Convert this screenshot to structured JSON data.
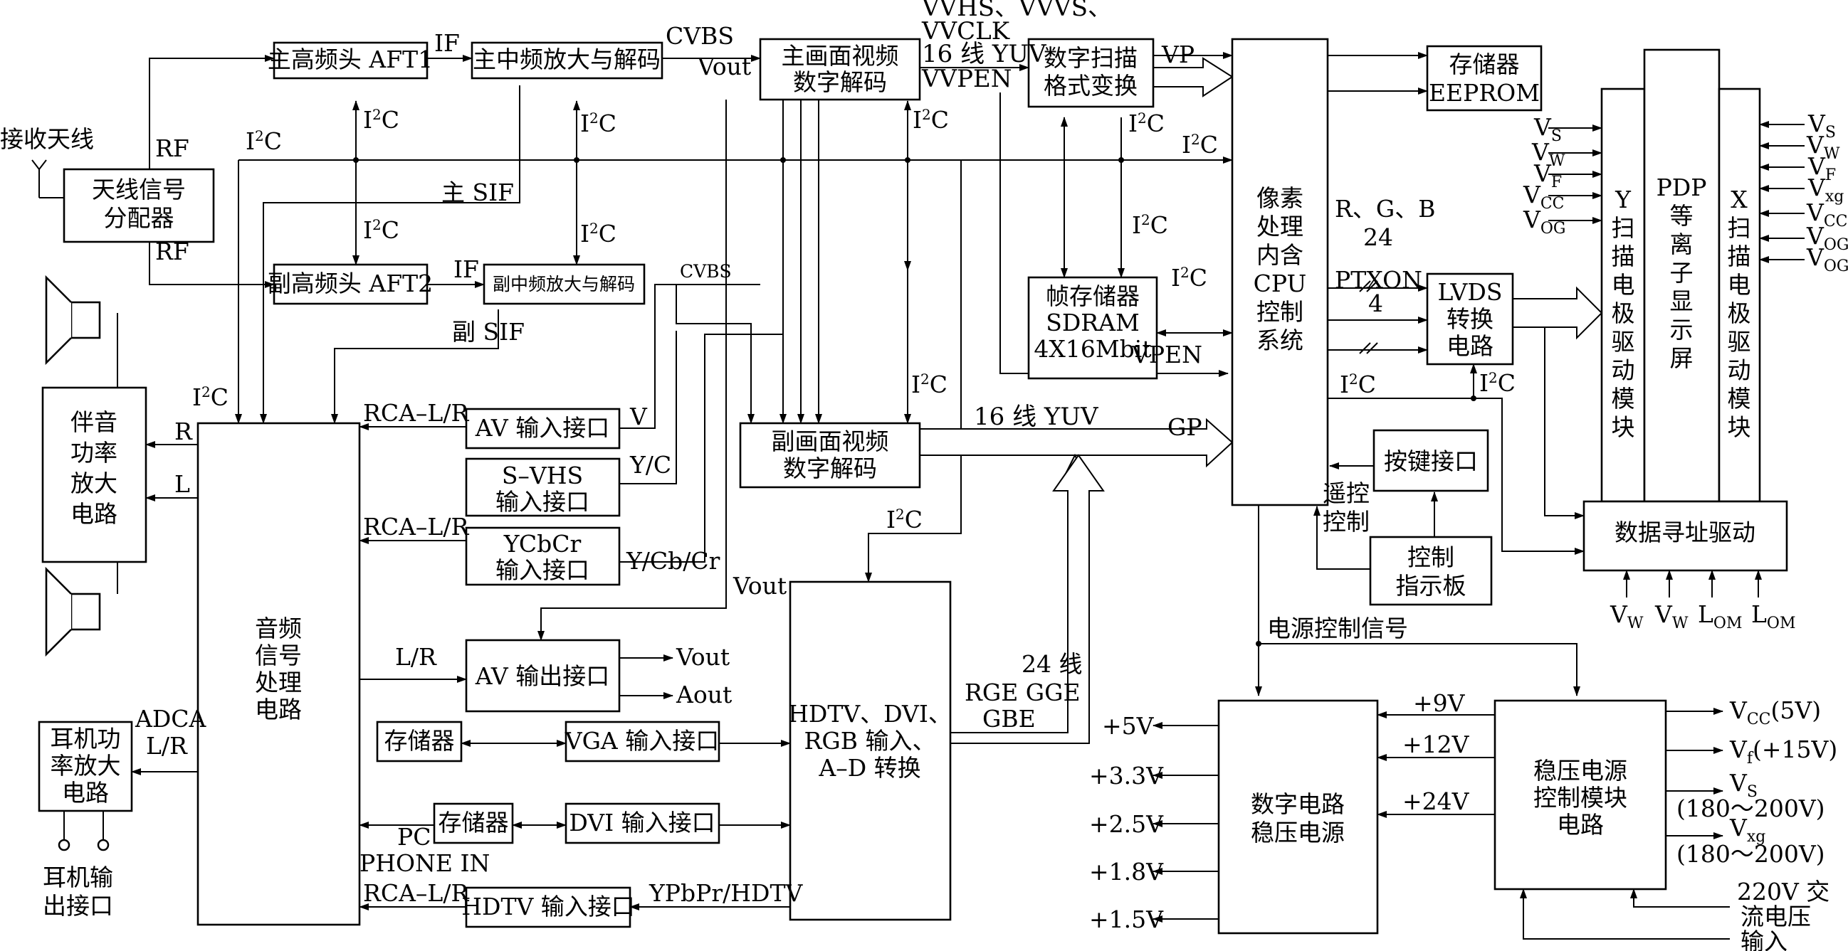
{
  "blocks": {
    "main_tuner": "主高频头 AFT1",
    "main_if": "主中频放大与解码",
    "main_decoder": [
      "主画面视频",
      "数字解码"
    ],
    "scan_convert": [
      "数字扫描",
      "格式变换"
    ],
    "eeprom": [
      "存储器",
      "EEPROM"
    ],
    "splitter": [
      "天线信号",
      "分配器"
    ],
    "sub_tuner": "副高频头 AFT2",
    "sub_if": "副中频放大与解码",
    "frame_memory": [
      "帧存储器",
      "SDRAM",
      "4X16Mbit"
    ],
    "pixel_cpu": [
      "像素",
      "处理",
      "内含",
      "CPU",
      "控制",
      "系统"
    ],
    "lvds": [
      "LVDS",
      "转换",
      "电路"
    ],
    "y_scan": [
      "Y",
      "扫",
      "描",
      "电",
      "极",
      "驱",
      "动",
      "模",
      "块"
    ],
    "pdp": [
      "PDP",
      "等",
      "离",
      "子",
      "显",
      "示",
      "屏"
    ],
    "x_scan": [
      "X",
      "扫",
      "描",
      "电",
      "极",
      "驱",
      "动",
      "模",
      "块"
    ],
    "audio_amp": [
      "伴音",
      "功率",
      "放大",
      "电路"
    ],
    "audio_proc": [
      "音频",
      "信号",
      "处理",
      "电路"
    ],
    "av_in": "AV 输入接口",
    "svhs_in": [
      "S–VHS",
      "输入接口"
    ],
    "ycbcr_in": [
      "YCbCr",
      "输入接口"
    ],
    "sub_decoder": [
      "副画面视频",
      "数字解码"
    ],
    "key_if": "按键接口",
    "control_panel": [
      "控制",
      "指示板"
    ],
    "addr_driver": "数据寻址驱动",
    "av_out": "AV 输出接口",
    "memory1": "存储器",
    "vga_in": "VGA 输入接口",
    "hdtv_input": [
      "HDTV、DVI、",
      "RGB 输入、",
      "A–D 转换"
    ],
    "memory2": "存储器",
    "dvi_in": "DVI 输入接口",
    "hdtv_in": "HDTV 输入接口",
    "headphone_amp": [
      "耳机功",
      "率放大",
      "电路"
    ],
    "digital_reg": [
      "数字电路",
      "稳压电源"
    ],
    "regulator": [
      "稳压电源",
      "控制模块",
      "电路"
    ]
  },
  "labels": {
    "antenna": "接收天线",
    "rf": "RF",
    "if": "IF",
    "cvbs": "CVBS",
    "vout": "Vout",
    "vvhs": "VVHS、VVVS、",
    "vvclk": "VVCLK",
    "yuv16": "16 线 YUV",
    "vvpen": "VVPEN",
    "vp": "VP",
    "i2c_base": "I",
    "i2c_sup": "2",
    "i2c_tail": "C",
    "main_sif": "主 SIF",
    "sub_sif": "副 SIF",
    "rgb": "R、G、B",
    "n24": "24",
    "ptxon": "PTXON",
    "n4": "4",
    "vpen": "VPEN",
    "gp": "GP",
    "rca_lr": "RCA–L/R",
    "r": "R",
    "l": "L",
    "v": "V",
    "yc": "Y/C",
    "ycbcr_sig": "Y/Cb/Cr",
    "remote": [
      "遥控",
      "控制"
    ],
    "lr": "L/R",
    "aout": "Aout",
    "lines24": "24 线",
    "rgbe": [
      "RGE  GGE",
      "GBE"
    ],
    "power_ctrl": "电源控制信号",
    "adca": "ADCA",
    "pc": "PC",
    "phone_in": "PHONE IN",
    "ypbpr": "YPbPr/HDTV",
    "headphone_out": [
      "耳机输",
      "出接口"
    ],
    "p5": "+5V",
    "p33": "+3.3V",
    "p25": "+2.5V",
    "p18": "+1.8V",
    "p15": "+1.5V",
    "p9": "+9V",
    "p12": "+12V",
    "p24": "+24V",
    "v_main": "V",
    "sub_s": "S",
    "sub_w": "W",
    "sub_f": "F",
    "sub_cc": "CC",
    "sub_og": "OG",
    "sub_xg": "xg",
    "sub_f_small": "f",
    "l_main": "L",
    "sub_om": "OM",
    "vcc5": "(5V)",
    "vf15": "(+15V)",
    "range": "(180～200V)",
    "ac": [
      "220V 交",
      "流电压",
      "输入"
    ]
  }
}
